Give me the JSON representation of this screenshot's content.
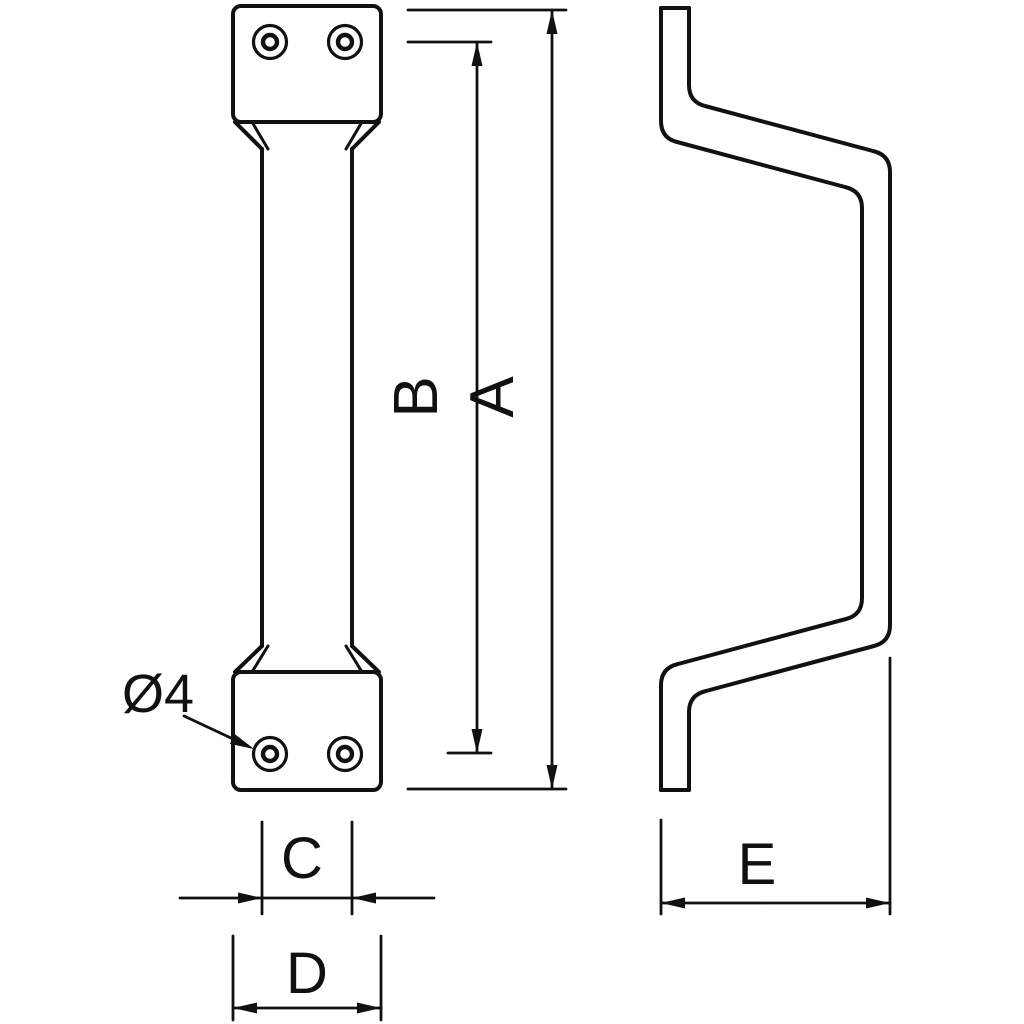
{
  "drawing": {
    "line_color": "#111111",
    "background_color": "#ffffff",
    "labels": {
      "hole_callout": "Ø4",
      "dim_a": "A",
      "dim_b": "B",
      "dim_c": "C",
      "dim_d": "D",
      "dim_e": "E"
    }
  }
}
